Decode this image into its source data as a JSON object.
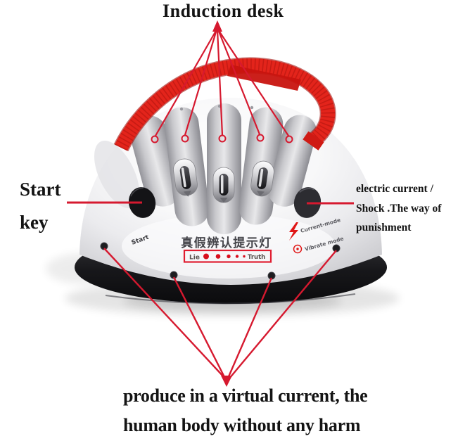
{
  "colors": {
    "annotation_red": "#d6192f",
    "strap_red": "#e3241b",
    "led_red": "#d80f1e",
    "box_red": "#e01d30",
    "text_black": "#141414"
  },
  "annotations": {
    "induction_desk": "Induction desk",
    "start_key": {
      "line1": "Start",
      "line2": "key"
    },
    "shock": {
      "line1": "electric current /",
      "line2": "Shock .The way of",
      "line3": "punishment"
    },
    "harmless": {
      "line1": "produce in a virtual current, the",
      "line2": "human body without any harm"
    }
  },
  "device": {
    "start_label": "Start",
    "indicator_title": "真假辨认提示灯",
    "lie_label": "Lie",
    "truth_label": "Truth",
    "current_mode_label": "Current-mode",
    "vibrate_mode_label": "Vibrate mode",
    "led_count": 5
  }
}
